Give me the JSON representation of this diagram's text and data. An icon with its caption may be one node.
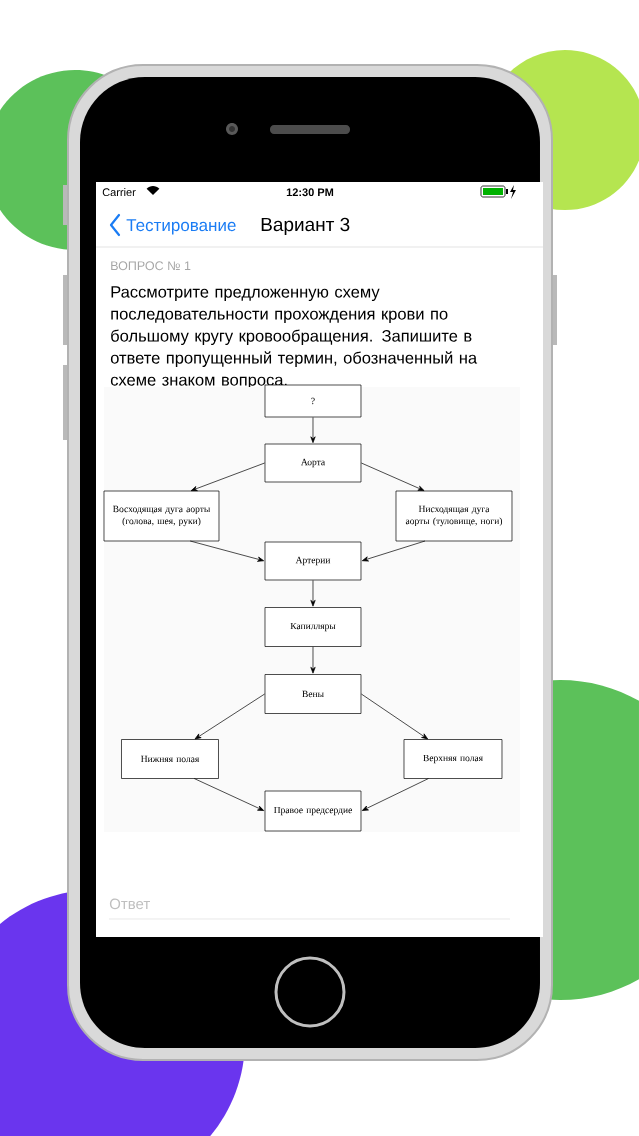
{
  "diagram": {
    "title": "Вариант 3",
    "nodes": [
      {
        "text": [
          "?"
        ]
      },
      {
        "text": [
          "Аорта"
        ]
      },
      {
        "text": [
          "Восходящая дуга аорты (голова, шея, руки)"
        ]
      },
      {
        "text": [
          "Нисходящая дуга аорты (туловище, ноги)"
        ]
      },
      {
        "text": [
          "Артерии"
        ]
      },
      {
        "text": [
          "Капилляры"
        ]
      },
      {
        "text": [
          "Вены"
        ]
      },
      {
        "text": [
          "Нижняя полая"
        ]
      },
      {
        "text": [
          "Верхняя полая"
        ]
      },
      {
        "text": [
          "Правое предсердие"
        ]
      }
    ],
    "edges": [
      {
        "from": 0,
        "to": 1,
        "arrow": "to"
      },
      {
        "from": 1,
        "to": 2,
        "arrow": "to"
      },
      {
        "from": 1,
        "to": 3,
        "arrow": "to"
      },
      {
        "from": 2,
        "to": 4,
        "arrow": "to"
      },
      {
        "from": 3,
        "to": 4,
        "arrow": "to"
      },
      {
        "from": 4,
        "to": 5,
        "arrow": "to"
      },
      {
        "from": 5,
        "to": 6,
        "arrow": "to"
      },
      {
        "from": 6,
        "to": 7,
        "arrow": "to"
      },
      {
        "from": 6,
        "to": 8,
        "arrow": "to"
      },
      {
        "from": 7,
        "to": 9,
        "arrow": "to"
      },
      {
        "from": 8,
        "to": 9,
        "arrow": "to"
      }
    ],
    "labels": [
      "Carrier",
      "12:30 PM",
      "Тестирование",
      "ВОПРОС № 1",
      "Рассмотрите предложенную схему последовательности прохождения крови по большому кругу кровообращения. Запишите в ответе пропущенный термин, обозначенный на схеме знаком вопроса.",
      "Ответ"
    ]
  }
}
